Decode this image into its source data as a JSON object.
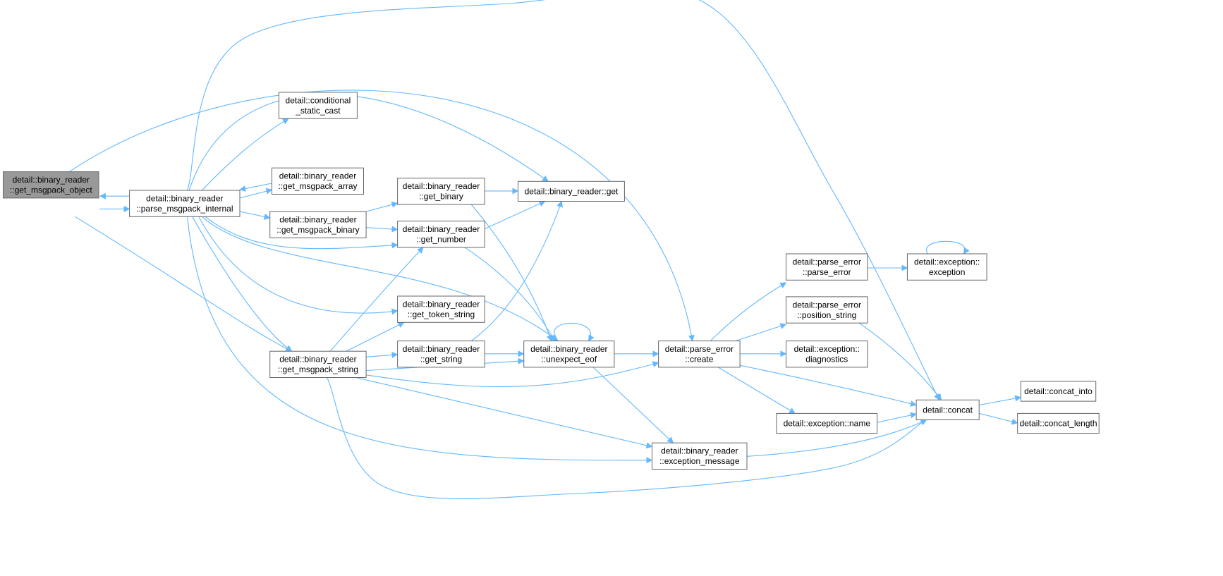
{
  "diagram": {
    "nodes": [
      {
        "id": "get_msgpack_object",
        "lines": [
          "detail::binary_reader",
          "::get_msgpack_object"
        ],
        "root": true
      },
      {
        "id": "parse_msgpack_internal",
        "lines": [
          "detail::binary_reader",
          "::parse_msgpack_internal"
        ]
      },
      {
        "id": "conditional_static_cast",
        "lines": [
          "detail::conditional",
          "_static_cast"
        ]
      },
      {
        "id": "get_msgpack_array",
        "lines": [
          "detail::binary_reader",
          "::get_msgpack_array"
        ]
      },
      {
        "id": "get_msgpack_binary",
        "lines": [
          "detail::binary_reader",
          "::get_msgpack_binary"
        ]
      },
      {
        "id": "get_binary",
        "lines": [
          "detail::binary_reader",
          "::get_binary"
        ]
      },
      {
        "id": "get_number",
        "lines": [
          "detail::binary_reader",
          "::get_number"
        ]
      },
      {
        "id": "get",
        "lines": [
          "detail::binary_reader::get"
        ]
      },
      {
        "id": "get_token_string",
        "lines": [
          "detail::binary_reader",
          "::get_token_string"
        ]
      },
      {
        "id": "get_msgpack_string",
        "lines": [
          "detail::binary_reader",
          "::get_msgpack_string"
        ]
      },
      {
        "id": "get_string",
        "lines": [
          "detail::binary_reader",
          "::get_string"
        ]
      },
      {
        "id": "unexpect_eof",
        "lines": [
          "detail::binary_reader",
          "::unexpect_eof"
        ]
      },
      {
        "id": "exception_message",
        "lines": [
          "detail::binary_reader",
          "::exception_message"
        ]
      },
      {
        "id": "parse_error_create",
        "lines": [
          "detail::parse_error",
          "::create"
        ]
      },
      {
        "id": "parse_error_ctor",
        "lines": [
          "detail::parse_error",
          "::parse_error"
        ]
      },
      {
        "id": "position_string",
        "lines": [
          "detail::parse_error",
          "::position_string"
        ]
      },
      {
        "id": "diagnostics",
        "lines": [
          "detail::exception::",
          "diagnostics"
        ]
      },
      {
        "id": "exception_name",
        "lines": [
          "detail::exception::name"
        ]
      },
      {
        "id": "exception_ctor",
        "lines": [
          "detail::exception::",
          "exception"
        ]
      },
      {
        "id": "concat",
        "lines": [
          "detail::concat"
        ]
      },
      {
        "id": "concat_into",
        "lines": [
          "detail::concat_into"
        ]
      },
      {
        "id": "concat_length",
        "lines": [
          "detail::concat_length"
        ]
      }
    ],
    "edges": [
      {
        "from": "get_msgpack_object",
        "to": "parse_msgpack_internal"
      },
      {
        "from": "get_msgpack_object",
        "to": "parse_error_create"
      },
      {
        "from": "get_msgpack_object",
        "to": "get_msgpack_string"
      },
      {
        "from": "parse_msgpack_internal",
        "to": "get_msgpack_object"
      },
      {
        "from": "parse_msgpack_internal",
        "to": "concat"
      },
      {
        "from": "parse_msgpack_internal",
        "to": "get"
      },
      {
        "from": "parse_msgpack_internal",
        "to": "conditional_static_cast"
      },
      {
        "from": "parse_msgpack_internal",
        "to": "get_msgpack_array"
      },
      {
        "from": "parse_msgpack_internal",
        "to": "get_msgpack_binary"
      },
      {
        "from": "parse_msgpack_internal",
        "to": "get_number"
      },
      {
        "from": "parse_msgpack_internal",
        "to": "unexpect_eof"
      },
      {
        "from": "parse_msgpack_internal",
        "to": "get_token_string"
      },
      {
        "from": "parse_msgpack_internal",
        "to": "get_msgpack_string"
      },
      {
        "from": "parse_msgpack_internal",
        "to": "exception_message"
      },
      {
        "from": "get_msgpack_array",
        "to": "parse_msgpack_internal"
      },
      {
        "from": "get_msgpack_binary",
        "to": "get_binary"
      },
      {
        "from": "get_msgpack_binary",
        "to": "get_number"
      },
      {
        "from": "get_binary",
        "to": "get"
      },
      {
        "from": "get_binary",
        "to": "unexpect_eof"
      },
      {
        "from": "get_number",
        "to": "get"
      },
      {
        "from": "get_number",
        "to": "unexpect_eof"
      },
      {
        "from": "get_msgpack_string",
        "to": "get_number"
      },
      {
        "from": "get_msgpack_string",
        "to": "get_token_string"
      },
      {
        "from": "get_msgpack_string",
        "to": "get_string"
      },
      {
        "from": "get_msgpack_string",
        "to": "unexpect_eof"
      },
      {
        "from": "get_msgpack_string",
        "to": "parse_error_create"
      },
      {
        "from": "get_msgpack_string",
        "to": "exception_message"
      },
      {
        "from": "get_msgpack_string",
        "to": "concat"
      },
      {
        "from": "get_string",
        "to": "get"
      },
      {
        "from": "get_string",
        "to": "unexpect_eof"
      },
      {
        "from": "unexpect_eof",
        "to": "unexpect_eof"
      },
      {
        "from": "unexpect_eof",
        "to": "parse_error_create"
      },
      {
        "from": "unexpect_eof",
        "to": "exception_message"
      },
      {
        "from": "exception_message",
        "to": "concat"
      },
      {
        "from": "parse_error_create",
        "to": "parse_error_ctor"
      },
      {
        "from": "parse_error_create",
        "to": "position_string"
      },
      {
        "from": "parse_error_create",
        "to": "diagnostics"
      },
      {
        "from": "parse_error_create",
        "to": "exception_name"
      },
      {
        "from": "parse_error_create",
        "to": "concat"
      },
      {
        "from": "parse_error_ctor",
        "to": "exception_ctor"
      },
      {
        "from": "exception_ctor",
        "to": "exception_ctor"
      },
      {
        "from": "position_string",
        "to": "concat"
      },
      {
        "from": "exception_name",
        "to": "concat"
      },
      {
        "from": "concat",
        "to": "concat_into"
      },
      {
        "from": "concat",
        "to": "concat_length"
      }
    ]
  },
  "colors": {
    "edge": "#63b8ff",
    "node_border": "#666666",
    "root_fill": "#999999",
    "node_fill": "#ffffff"
  }
}
